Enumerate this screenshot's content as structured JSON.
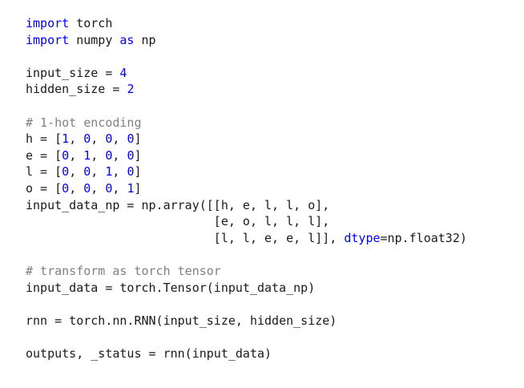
{
  "colors": {
    "background": "#ffffff",
    "text": "#1a1a1a",
    "keyword": "#0000ff",
    "number": "#0000ff",
    "comment": "#808080"
  },
  "code": {
    "lines": [
      [
        {
          "t": "kw",
          "v": "import"
        },
        {
          "t": "id",
          "v": " torch"
        }
      ],
      [
        {
          "t": "kw",
          "v": "import"
        },
        {
          "t": "id",
          "v": " numpy "
        },
        {
          "t": "kw",
          "v": "as"
        },
        {
          "t": "id",
          "v": " np"
        }
      ],
      [],
      [
        {
          "t": "id",
          "v": "input_size = "
        },
        {
          "t": "num",
          "v": "4"
        }
      ],
      [
        {
          "t": "id",
          "v": "hidden_size = "
        },
        {
          "t": "num",
          "v": "2"
        }
      ],
      [],
      [
        {
          "t": "cm",
          "v": "# 1-hot encoding"
        }
      ],
      [
        {
          "t": "id",
          "v": "h = ["
        },
        {
          "t": "num",
          "v": "1"
        },
        {
          "t": "id",
          "v": ", "
        },
        {
          "t": "num",
          "v": "0"
        },
        {
          "t": "id",
          "v": ", "
        },
        {
          "t": "num",
          "v": "0"
        },
        {
          "t": "id",
          "v": ", "
        },
        {
          "t": "num",
          "v": "0"
        },
        {
          "t": "id",
          "v": "]"
        }
      ],
      [
        {
          "t": "id",
          "v": "e = ["
        },
        {
          "t": "num",
          "v": "0"
        },
        {
          "t": "id",
          "v": ", "
        },
        {
          "t": "num",
          "v": "1"
        },
        {
          "t": "id",
          "v": ", "
        },
        {
          "t": "num",
          "v": "0"
        },
        {
          "t": "id",
          "v": ", "
        },
        {
          "t": "num",
          "v": "0"
        },
        {
          "t": "id",
          "v": "]"
        }
      ],
      [
        {
          "t": "id",
          "v": "l = ["
        },
        {
          "t": "num",
          "v": "0"
        },
        {
          "t": "id",
          "v": ", "
        },
        {
          "t": "num",
          "v": "0"
        },
        {
          "t": "id",
          "v": ", "
        },
        {
          "t": "num",
          "v": "1"
        },
        {
          "t": "id",
          "v": ", "
        },
        {
          "t": "num",
          "v": "0"
        },
        {
          "t": "id",
          "v": "]"
        }
      ],
      [
        {
          "t": "id",
          "v": "o = ["
        },
        {
          "t": "num",
          "v": "0"
        },
        {
          "t": "id",
          "v": ", "
        },
        {
          "t": "num",
          "v": "0"
        },
        {
          "t": "id",
          "v": ", "
        },
        {
          "t": "num",
          "v": "0"
        },
        {
          "t": "id",
          "v": ", "
        },
        {
          "t": "num",
          "v": "1"
        },
        {
          "t": "id",
          "v": "]"
        }
      ],
      [
        {
          "t": "id",
          "v": "input_data_np = np.array([[h, e, l, l, o],"
        }
      ],
      [
        {
          "t": "id",
          "v": "                          [e, o, l, l, l],"
        }
      ],
      [
        {
          "t": "id",
          "v": "                          [l, l, e, e, l]], "
        },
        {
          "t": "kwarg",
          "v": "dtype"
        },
        {
          "t": "id",
          "v": "=np.float32)"
        }
      ],
      [],
      [
        {
          "t": "cm",
          "v": "# transform as torch tensor"
        }
      ],
      [
        {
          "t": "id",
          "v": "input_data = torch.Tensor(input_data_np)"
        }
      ],
      [],
      [
        {
          "t": "id",
          "v": "rnn = torch.nn.RNN(input_size, hidden_size)"
        }
      ],
      [],
      [
        {
          "t": "id",
          "v": "outputs, _status = rnn(input_data)"
        }
      ]
    ]
  }
}
